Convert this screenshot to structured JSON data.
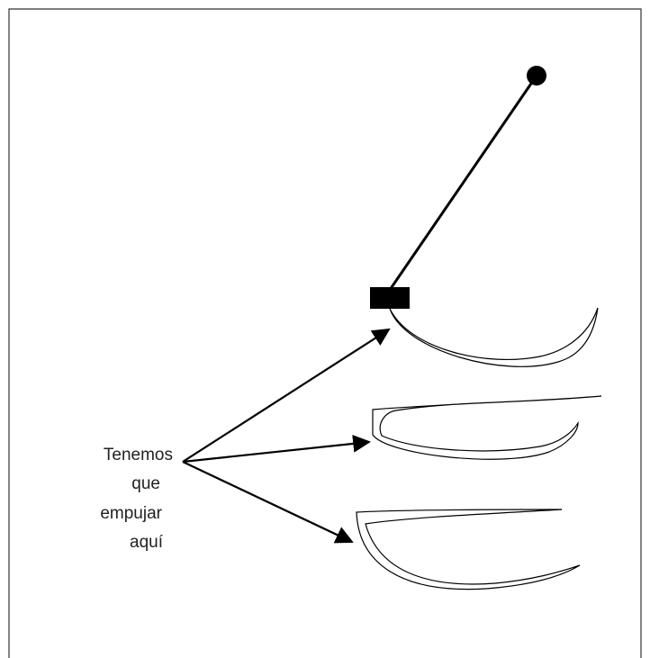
{
  "label": {
    "lines": [
      "Tenemos",
      "que",
      "empujar",
      "aquí"
    ]
  },
  "colors": {
    "stroke": "#000000",
    "text": "#222222",
    "frame": "#333333",
    "background": "#ffffff"
  },
  "icons": {
    "lever_knob": "filled-circle",
    "lever_clamp": "filled-rectangle",
    "pointers": "filled-triangle-arrowheads"
  }
}
